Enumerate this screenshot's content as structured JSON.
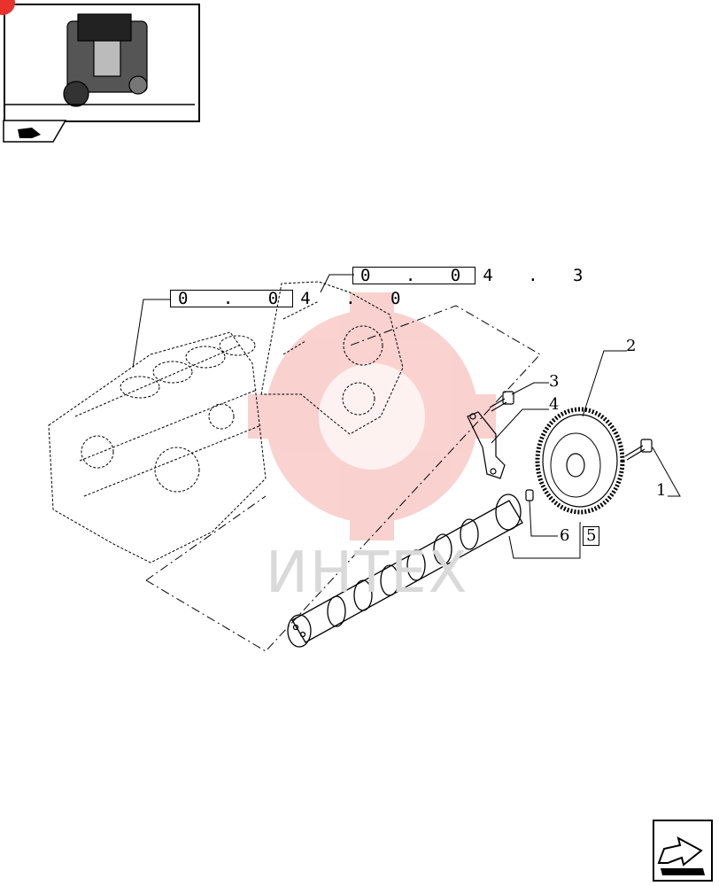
{
  "reference_top": {
    "boxed": "0 . 0",
    "tail": "4 . 3"
  },
  "reference_left": {
    "boxed": "0 . 0",
    "tail": "4 . 0"
  },
  "callouts": {
    "c1": "1",
    "c2": "2",
    "c3": "3",
    "c4": "4",
    "c6": "6",
    "c5": "5"
  },
  "watermark_text": "ИНТЕХ",
  "icons": {
    "thumbnail": "engine-thumbnail-icon",
    "nav": "next-page-arrow-icon",
    "badge": "red-corner-badge"
  },
  "colors": {
    "watermark": "#e8322b",
    "line": "#000000"
  }
}
